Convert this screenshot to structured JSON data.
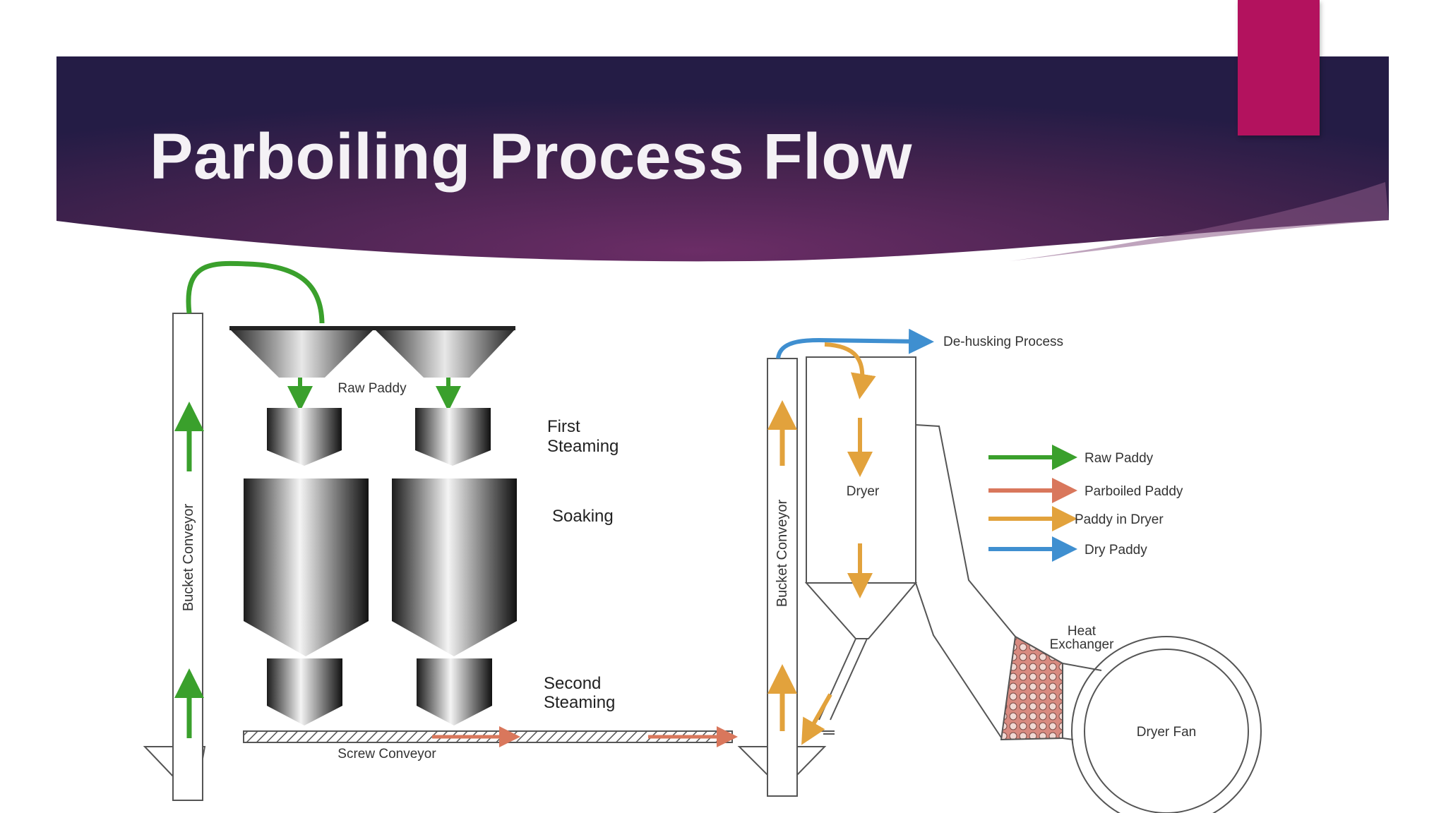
{
  "slide": {
    "title": "Parboiling Process Flow"
  },
  "diagram": {
    "left_conveyor_label": "Bucket Conveyor",
    "right_conveyor_label": "Bucket Conveyor",
    "raw_paddy_label": "Raw Paddy",
    "first_steaming_label": [
      "First",
      "Steaming"
    ],
    "soaking_label": "Soaking",
    "second_steaming_label": [
      "Second",
      "Steaming"
    ],
    "screw_conveyor_label": "Screw Conveyor",
    "dehusking_label": "De-husking Process",
    "dryer_label": "Dryer",
    "heat_exchanger_label": [
      "Heat",
      "Exchanger"
    ],
    "dryer_fan_label": "Dryer Fan",
    "legend": [
      {
        "label": "Raw Paddy",
        "color": "#3aa02c"
      },
      {
        "label": "Parboiled Paddy",
        "color": "#d9775c"
      },
      {
        "label": "Paddy in Dryer",
        "color": "#e2a23c"
      },
      {
        "label": "Dry Paddy",
        "color": "#3f8fd0"
      }
    ]
  },
  "colors": {
    "title_band_dark": "#2a1c48",
    "title_band_mid": "#5e2a60",
    "accent_tab": "#b3125e",
    "title_text": "#f4f1f5"
  }
}
